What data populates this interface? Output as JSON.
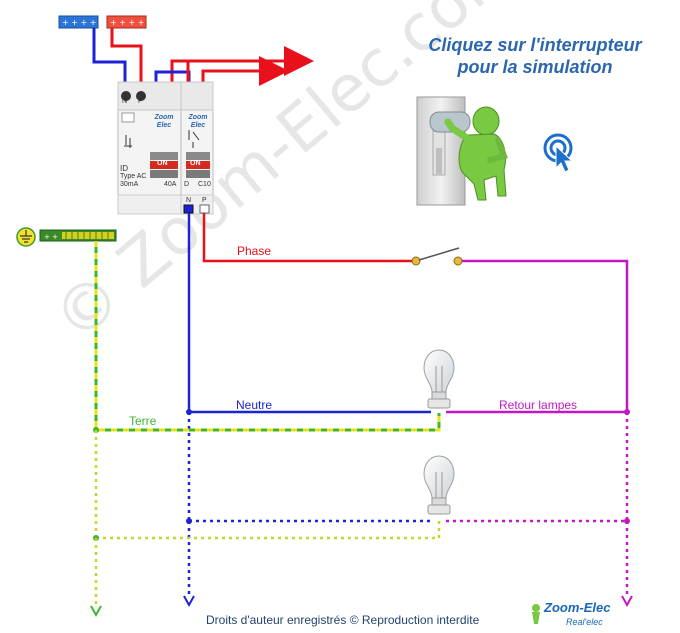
{
  "title_line1": "Cliquez sur l'interrupteur",
  "title_line2": "pour la simulation",
  "labels": {
    "phase": "Phase",
    "neutre": "Neutre",
    "terre": "Terre",
    "retour": "Retour lampes"
  },
  "footer": "Droits d'auteur enregistrés © Reproduction interdite",
  "watermark": "© Zoom-Elec.com",
  "logo": {
    "line1": "Zoom-Elec",
    "line2": "Real'elec"
  },
  "breaker_id": {
    "brand": "Zoom Elec",
    "on": "ON",
    "id": "ID",
    "type": "Type AC",
    "sens": "30mA",
    "rating": "40A",
    "term_n": "N",
    "term_p": "P"
  },
  "breaker_c10": {
    "brand": "Zoom Elec",
    "on": "ON",
    "d": "D",
    "rating": "C10",
    "term_n": "N",
    "term_p": "P"
  },
  "colors": {
    "phase": "#e8111b",
    "neutre": "#1c22d6",
    "terre_green": "#3fb534",
    "terre_yellow": "#e9e21a",
    "retour": "#c218c4",
    "title": "#2b66b1"
  }
}
